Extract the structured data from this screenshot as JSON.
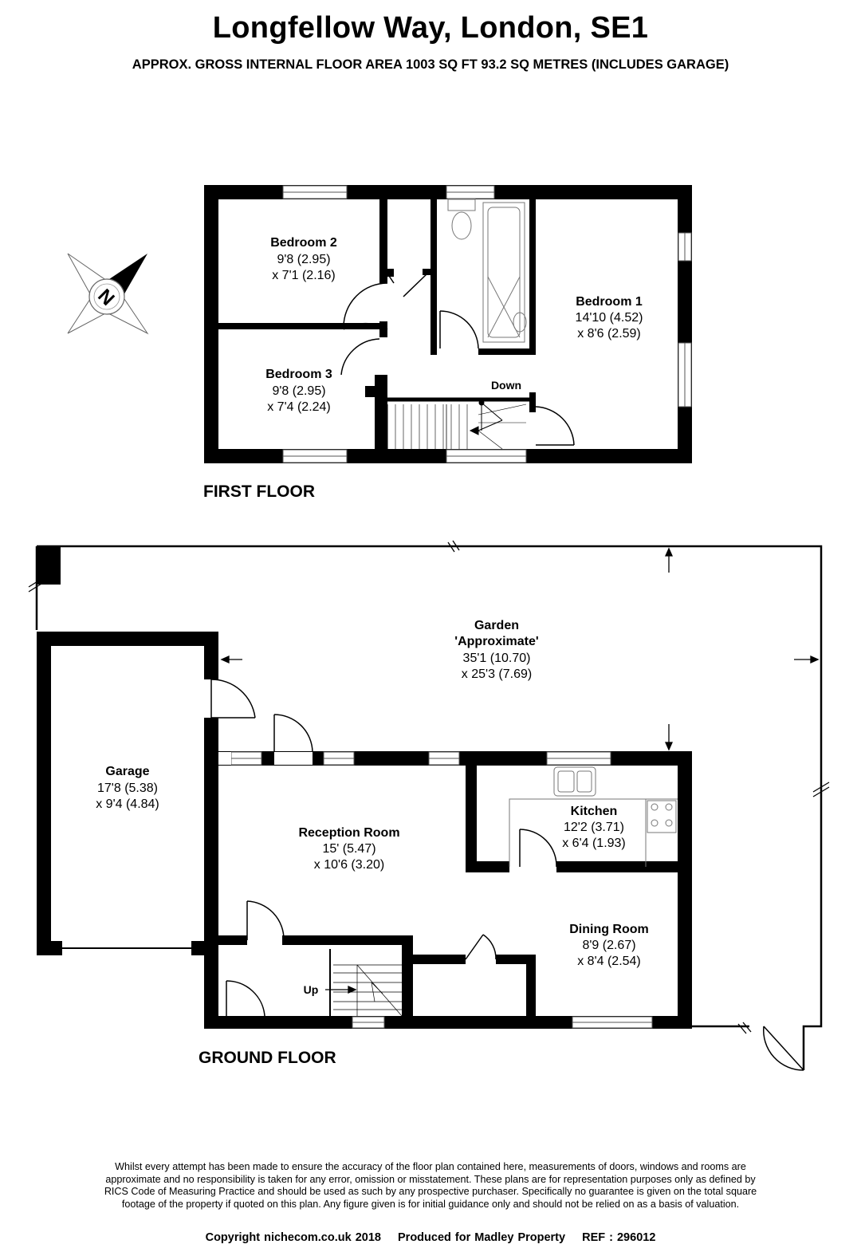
{
  "header": {
    "title": "Longfellow Way, London, SE1",
    "subtitle": "APPROX. GROSS INTERNAL FLOOR AREA 1003 SQ FT 93.2 SQ METRES (INCLUDES GARAGE)"
  },
  "compass": {
    "letter": "N",
    "icon": "north-arrow-compass-icon"
  },
  "floors": {
    "first": "FIRST FLOOR",
    "ground": "GROUND FLOOR"
  },
  "rooms": {
    "bedroom2": {
      "name": "Bedroom 2",
      "dim1": "9'8 (2.95)",
      "dim2": "x 7'1 (2.16)"
    },
    "bedroom3": {
      "name": "Bedroom 3",
      "dim1": "9'8 (2.95)",
      "dim2": "x 7'4 (2.24)"
    },
    "bedroom1": {
      "name": "Bedroom 1",
      "dim1": "14'10 (4.52)",
      "dim2": "x 8'6 (2.59)"
    },
    "garden": {
      "name": "Garden",
      "note": "'Approximate'",
      "dim1": "35'1 (10.70)",
      "dim2": "x 25'3 (7.69)"
    },
    "garage": {
      "name": "Garage",
      "dim1": "17'8 (5.38)",
      "dim2": "x 9'4 (4.84)"
    },
    "reception": {
      "name": "Reception Room",
      "dim1": "15' (5.47)",
      "dim2": "x 10'6 (3.20)"
    },
    "kitchen": {
      "name": "Kitchen",
      "dim1": "12'2 (3.71)",
      "dim2": "x 6'4 (1.93)"
    },
    "dining": {
      "name": "Dining Room",
      "dim1": "8'9 (2.67)",
      "dim2": "x 8'4 (2.54)"
    }
  },
  "stairs": {
    "down": "Down",
    "up": "Up"
  },
  "disclaimer": "Whilst every attempt has been made to ensure the accuracy of the floor plan contained here, measurements of doors, windows and rooms are approximate and no responsibility is taken for any error, omission or misstatement. These plans are for representation purposes only as defined by RICS Code of Measuring Practice and should be used as such by any prospective purchaser. Specifically no guarantee is given on the total square footage of the property if quoted on this plan. Any figure given is for initial guidance only and should not be relied on as a basis of valuation.",
  "footer": {
    "copyright": "Copyright nichecom.co.uk 2018",
    "produced": "Produced for Madley Property",
    "ref": "REF : 296012"
  }
}
